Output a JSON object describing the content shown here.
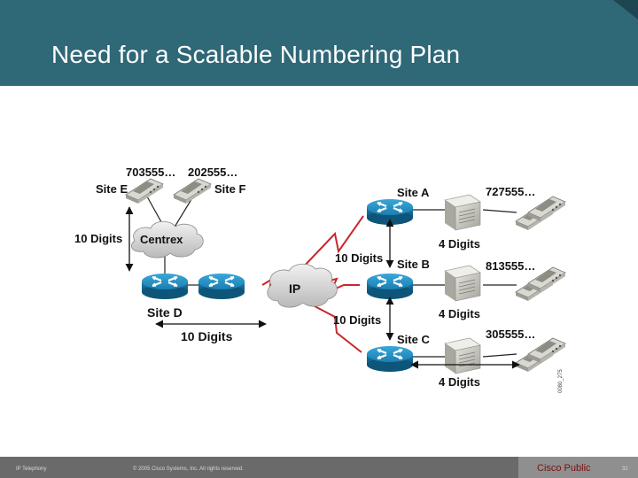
{
  "header": {
    "title": "Need for a Scalable Numbering Plan"
  },
  "footer": {
    "left": "IP Telephony",
    "copyright": "© 2005 Cisco Systems, Inc. All rights reserved.",
    "classification": "Cisco Public",
    "page_number": "32"
  },
  "diagram": {
    "site_e": {
      "label": "Site E",
      "number": "703555…"
    },
    "site_f": {
      "label": "Site F",
      "number": "202555…"
    },
    "centrex": "Centrex",
    "site_d": "Site D",
    "ip_cloud": "IP",
    "site_a": {
      "label": "Site A",
      "number": "727555…"
    },
    "site_b": {
      "label": "Site B",
      "number": "813555…"
    },
    "site_c": {
      "label": "Site C",
      "number": "305555…"
    },
    "digits_vertical": "10 Digits",
    "digits_bottom": "10 Digits",
    "digits_wan_upper": "10 Digits",
    "digits_wan_lower": "10 Digits",
    "digits_a": "4 Digits",
    "digits_b": "4 Digits",
    "digits_c": "4 Digits",
    "figure_id": "0080_275"
  },
  "colors": {
    "header_bg": "#2f6877",
    "router_blue": "#1b7fb0",
    "lightning_red": "#c8282a",
    "footer_bg": "#6a6a6a"
  }
}
